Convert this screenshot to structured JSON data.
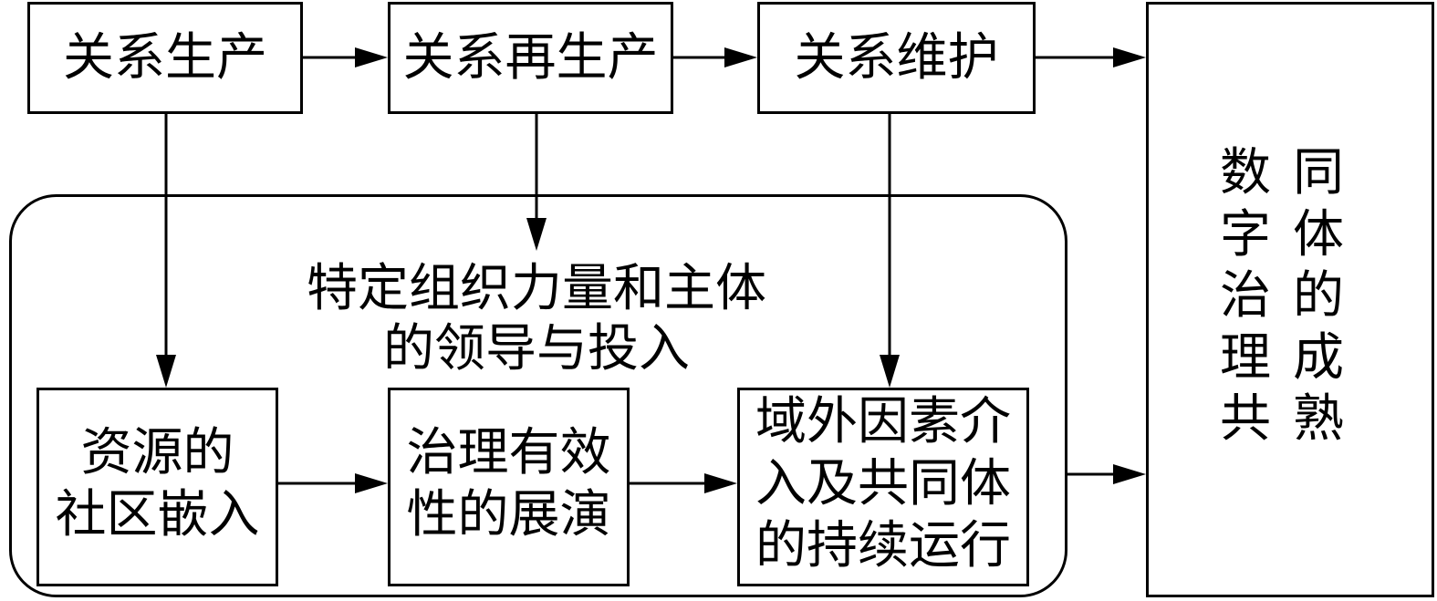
{
  "colors": {
    "line": "#000000",
    "text": "#000000",
    "background": "#ffffff"
  },
  "top_row": [
    "关系生产",
    "关系再生产",
    "关系维护"
  ],
  "container": {
    "lines": [
      "特定组织力量和主体",
      "的领导与投入"
    ]
  },
  "bottom_row": [
    {
      "lines": [
        "资源的",
        "社区嵌入"
      ]
    },
    {
      "lines": [
        "治理有效",
        "性的展演"
      ]
    },
    {
      "lines": [
        "域外因素介",
        "入及共同体",
        "的持续运行"
      ]
    }
  ],
  "outcome": {
    "columns": [
      "数字治理共",
      "同体的成熟"
    ]
  }
}
